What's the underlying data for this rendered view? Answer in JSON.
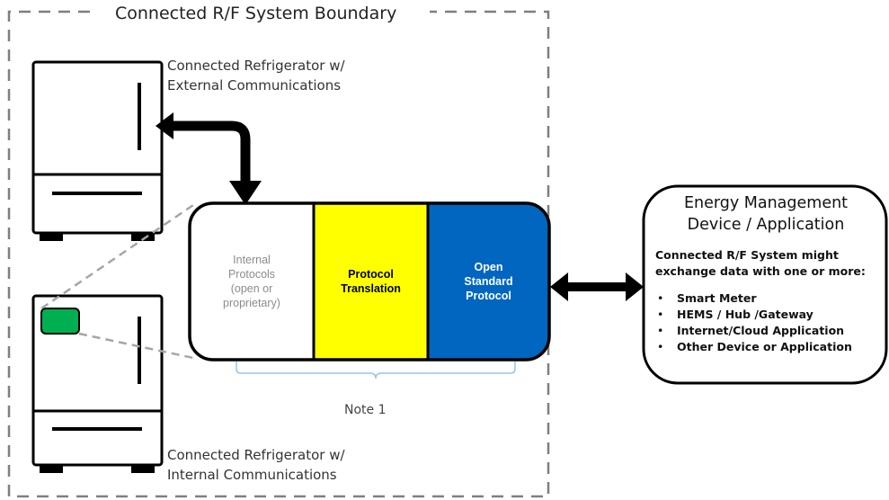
{
  "boundary": {
    "title": "Connected R/F System Boundary"
  },
  "fridges": {
    "external_label": "Connected Refrigerator w/\nExternal Communications",
    "internal_label": "Connected Refrigerator w/\nInternal Communications"
  },
  "protocol_box": {
    "internal": {
      "text": "Internal\nProtocols\n(open or\nproprietary)"
    },
    "translation": {
      "text": "Protocol\nTranslation"
    },
    "open_standard": {
      "text": "Open\nStandard\nProtocol"
    },
    "note": "Note 1"
  },
  "energy_management": {
    "title": "Energy Management\nDevice / Application",
    "subtitle": "Connected R/F System might\nexchange data with  one or more:",
    "items": [
      "Smart Meter",
      "HEMS / Hub /Gateway",
      "Internet/Cloud Application",
      "Other Device or Application"
    ]
  },
  "colors": {
    "translation_fill": "#ffff00",
    "open_standard_fill": "#0066c0",
    "module_fill": "#00b050",
    "boundary_line": "#7f7f7f",
    "note_bracket": "#9dc3e6"
  }
}
